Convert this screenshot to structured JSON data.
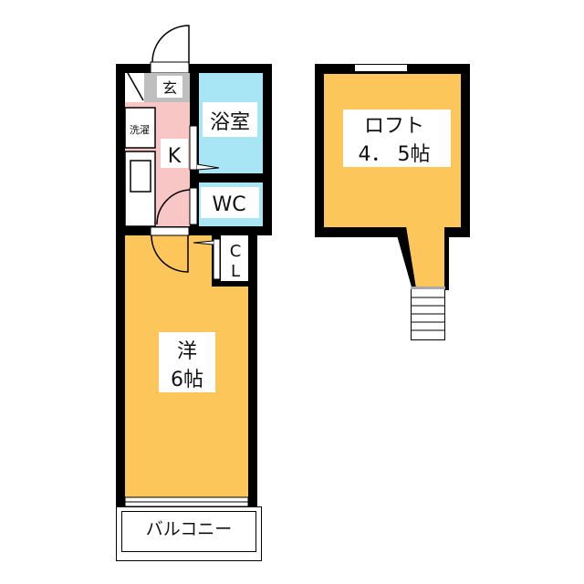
{
  "rooms": {
    "genkan": "玄",
    "bath": "浴室",
    "kitchen": "K",
    "laundry": "洗濯",
    "wc": "WC",
    "closet_top": "C",
    "closet_bottom": "L",
    "western": "洋",
    "western_size": "6帖",
    "balcony": "バルコニー",
    "loft": "ロフト",
    "loft_size": "4． 5帖"
  },
  "colors": {
    "wall": "#000000",
    "western": "#fcc65a",
    "kitchen": "#f9c6c6",
    "bath": "#a8e6f5",
    "genkan": "#bfbfbf"
  }
}
